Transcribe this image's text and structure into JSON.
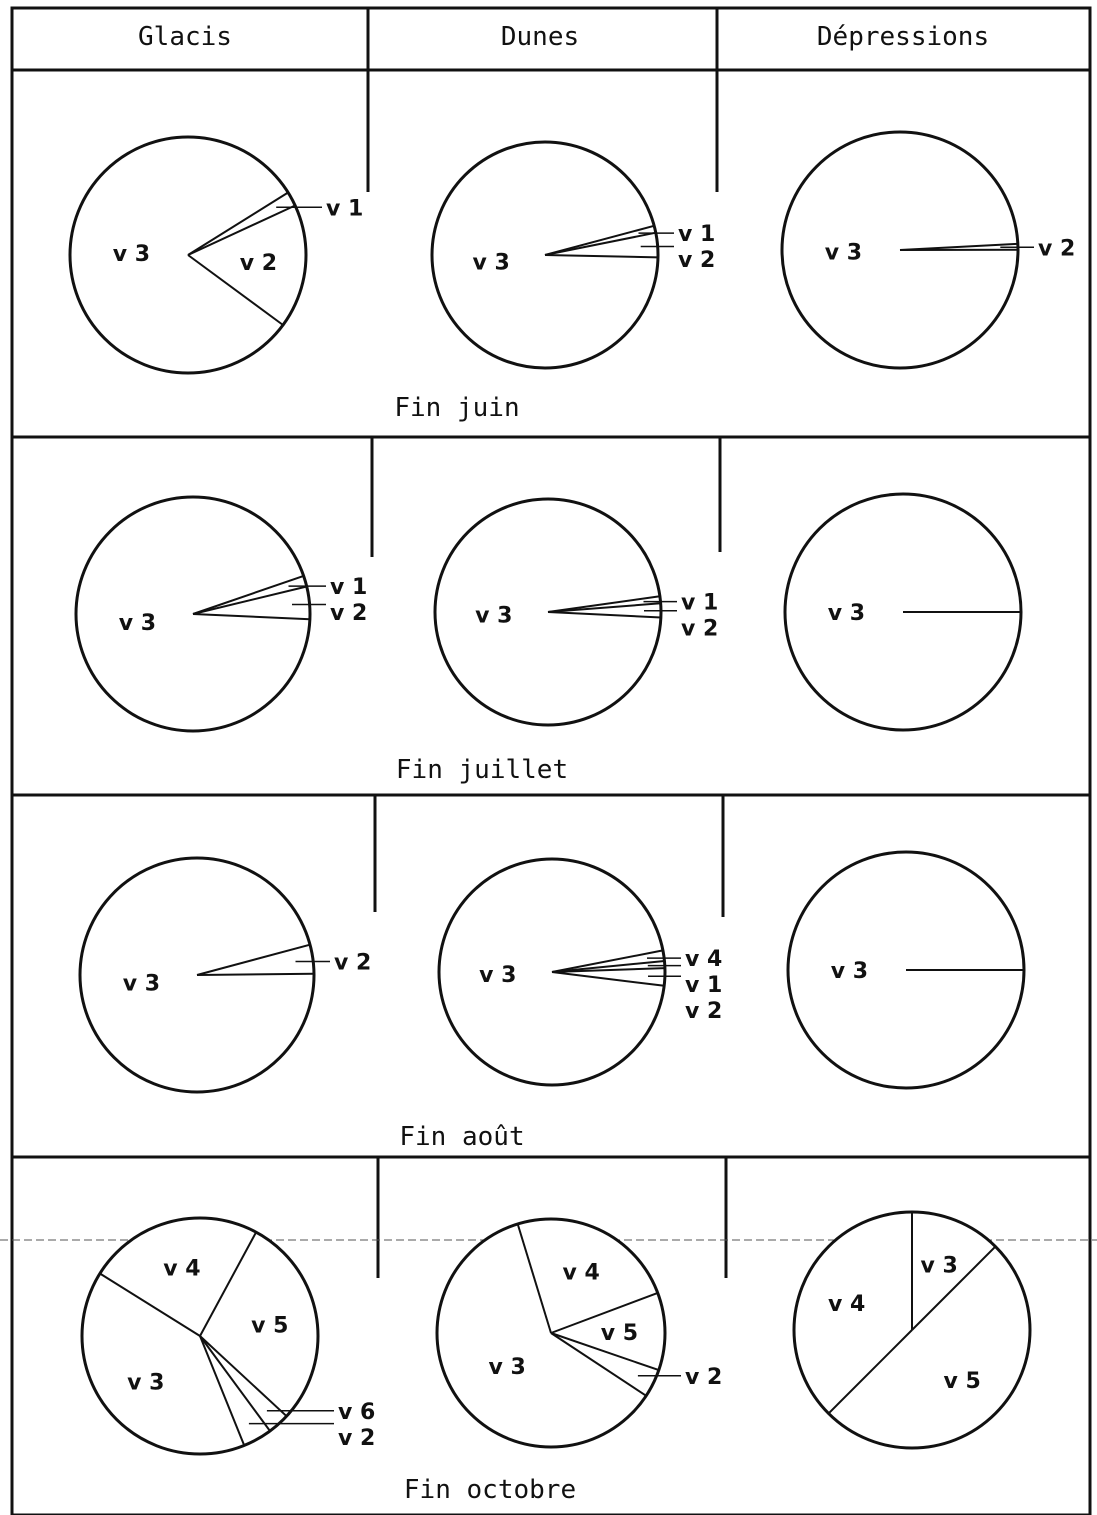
{
  "columns": [
    "Glacis",
    "Dunes",
    "Dépressions"
  ],
  "periods": [
    "Fin juin",
    "Fin juillet",
    "Fin août",
    "Fin octobre"
  ],
  "chart_data": [
    {
      "type": "pie",
      "period": "Fin juin",
      "column": "Glacis",
      "slices": [
        {
          "label": "v 3",
          "value": 81
        },
        {
          "label": "v 2",
          "value": 17
        },
        {
          "label": "v 1",
          "value": 2
        }
      ]
    },
    {
      "type": "pie",
      "period": "Fin juin",
      "column": "Dunes",
      "slices": [
        {
          "label": "v 3",
          "value": 95.5
        },
        {
          "label": "v 2",
          "value": 3.5
        },
        {
          "label": "v 1",
          "value": 1
        }
      ]
    },
    {
      "type": "pie",
      "period": "Fin juin",
      "column": "Dépressions",
      "slices": [
        {
          "label": "v 3",
          "value": 99.2
        },
        {
          "label": "v 2",
          "value": 0.8
        }
      ]
    },
    {
      "type": "pie",
      "period": "Fin juillet",
      "column": "Glacis",
      "slices": [
        {
          "label": "v 3",
          "value": 94
        },
        {
          "label": "v 2",
          "value": 4.5
        },
        {
          "label": "v 1",
          "value": 1.5
        }
      ]
    },
    {
      "type": "pie",
      "period": "Fin juillet",
      "column": "Dunes",
      "slices": [
        {
          "label": "v 3",
          "value": 97
        },
        {
          "label": "v 2",
          "value": 2
        },
        {
          "label": "v 1",
          "value": 1
        }
      ]
    },
    {
      "type": "pie",
      "period": "Fin juillet",
      "column": "Dépressions",
      "slices": [
        {
          "label": "v 3",
          "value": 100
        }
      ]
    },
    {
      "type": "pie",
      "period": "Fin août",
      "column": "Glacis",
      "slices": [
        {
          "label": "v 3",
          "value": 96
        },
        {
          "label": "v 2",
          "value": 4
        }
      ]
    },
    {
      "type": "pie",
      "period": "Fin août",
      "column": "Dunes",
      "slices": [
        {
          "label": "v 3",
          "value": 95
        },
        {
          "label": "v 2",
          "value": 2.5
        },
        {
          "label": "v 1",
          "value": 1
        },
        {
          "label": "v 4",
          "value": 1.5
        }
      ]
    },
    {
      "type": "pie",
      "period": "Fin août",
      "column": "Dépressions",
      "slices": [
        {
          "label": "v 3",
          "value": 100
        }
      ]
    },
    {
      "type": "pie",
      "period": "Fin octobre",
      "column": "Glacis",
      "slices": [
        {
          "label": "v 3",
          "value": 40
        },
        {
          "label": "v 2",
          "value": 4
        },
        {
          "label": "v 6",
          "value": 3
        },
        {
          "label": "v 5",
          "value": 29
        },
        {
          "label": "v 4",
          "value": 24
        }
      ]
    },
    {
      "type": "pie",
      "period": "Fin octobre",
      "column": "Dunes",
      "slices": [
        {
          "label": "v 3",
          "value": 61
        },
        {
          "label": "v 2",
          "value": 4
        },
        {
          "label": "v 5",
          "value": 11
        },
        {
          "label": "v 4",
          "value": 24
        }
      ]
    },
    {
      "type": "pie",
      "period": "Fin octobre",
      "column": "Dépressions",
      "slices": [
        {
          "label": "v 3",
          "value": 12.5
        },
        {
          "label": "v 4",
          "value": 37.5
        },
        {
          "label": "v 5",
          "value": 50
        }
      ]
    }
  ]
}
